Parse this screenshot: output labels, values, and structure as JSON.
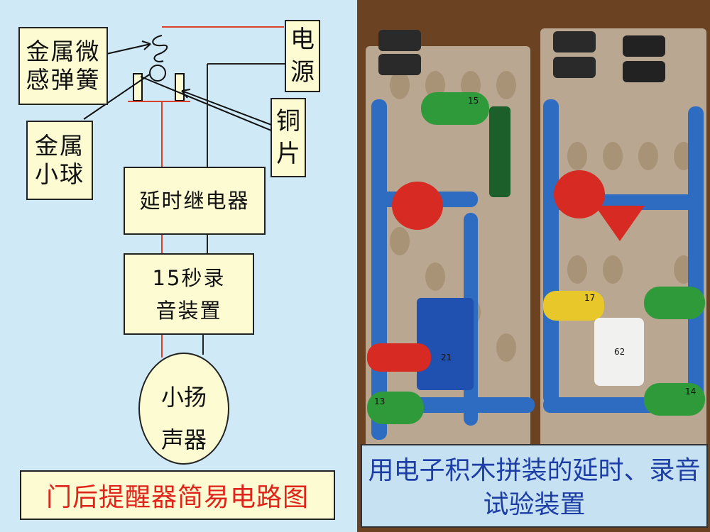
{
  "diagram": {
    "spring_label": "金属微\n感弹簧",
    "ball_label": "金属\n小球",
    "power_label": "电\n源",
    "copper_label": "铜\n片",
    "relay_label": "延时继电器",
    "recorder_label": "15秒录\n音装置",
    "speaker_line1": "小扬",
    "speaker_line2": "声器",
    "title": "门后提醒器简易电路图"
  },
  "photo": {
    "caption": "用电子积木拼装的延时、录音试验装置",
    "module_labels": [
      "15",
      "21",
      "17",
      "13",
      "62",
      "14"
    ]
  },
  "colors": {
    "wire_red": "#d9412a",
    "wire_black": "#222222",
    "caption_blue": "#1d3ea6",
    "title_red": "#e0241b"
  }
}
